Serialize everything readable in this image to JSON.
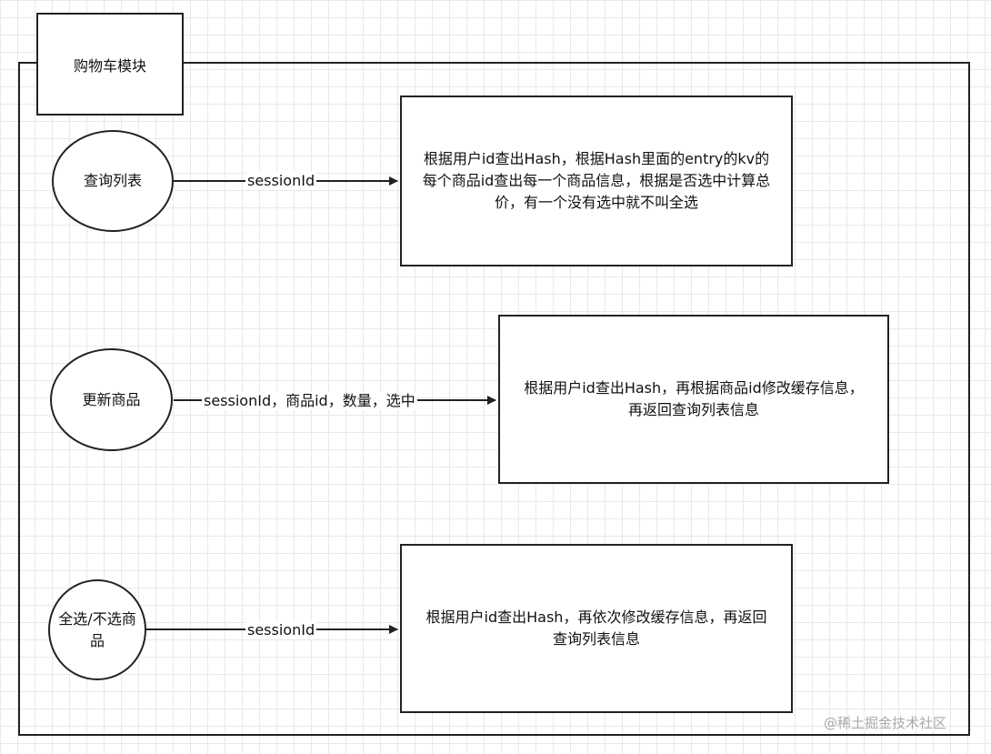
{
  "module": {
    "title": "购物车模块"
  },
  "nodes": [
    {
      "label": "查询列表",
      "edge_label": "sessionId",
      "description": "根据用户id查出Hash，根据Hash里面的entry的kv的每个商品id查出每一个商品信息，根据是否选中计算总价，有一个没有选中就不叫全选"
    },
    {
      "label": "更新商品",
      "edge_label": "sessionId，商品id，数量，选中",
      "description": "根据用户id查出Hash，再根据商品id修改缓存信息，再返回查询列表信息"
    },
    {
      "label": "全选/不选商品",
      "edge_label": "sessionId",
      "description": "根据用户id查出Hash，再依次修改缓存信息，再返回查询列表信息"
    }
  ],
  "watermark": "@稀土掘金技术社区"
}
